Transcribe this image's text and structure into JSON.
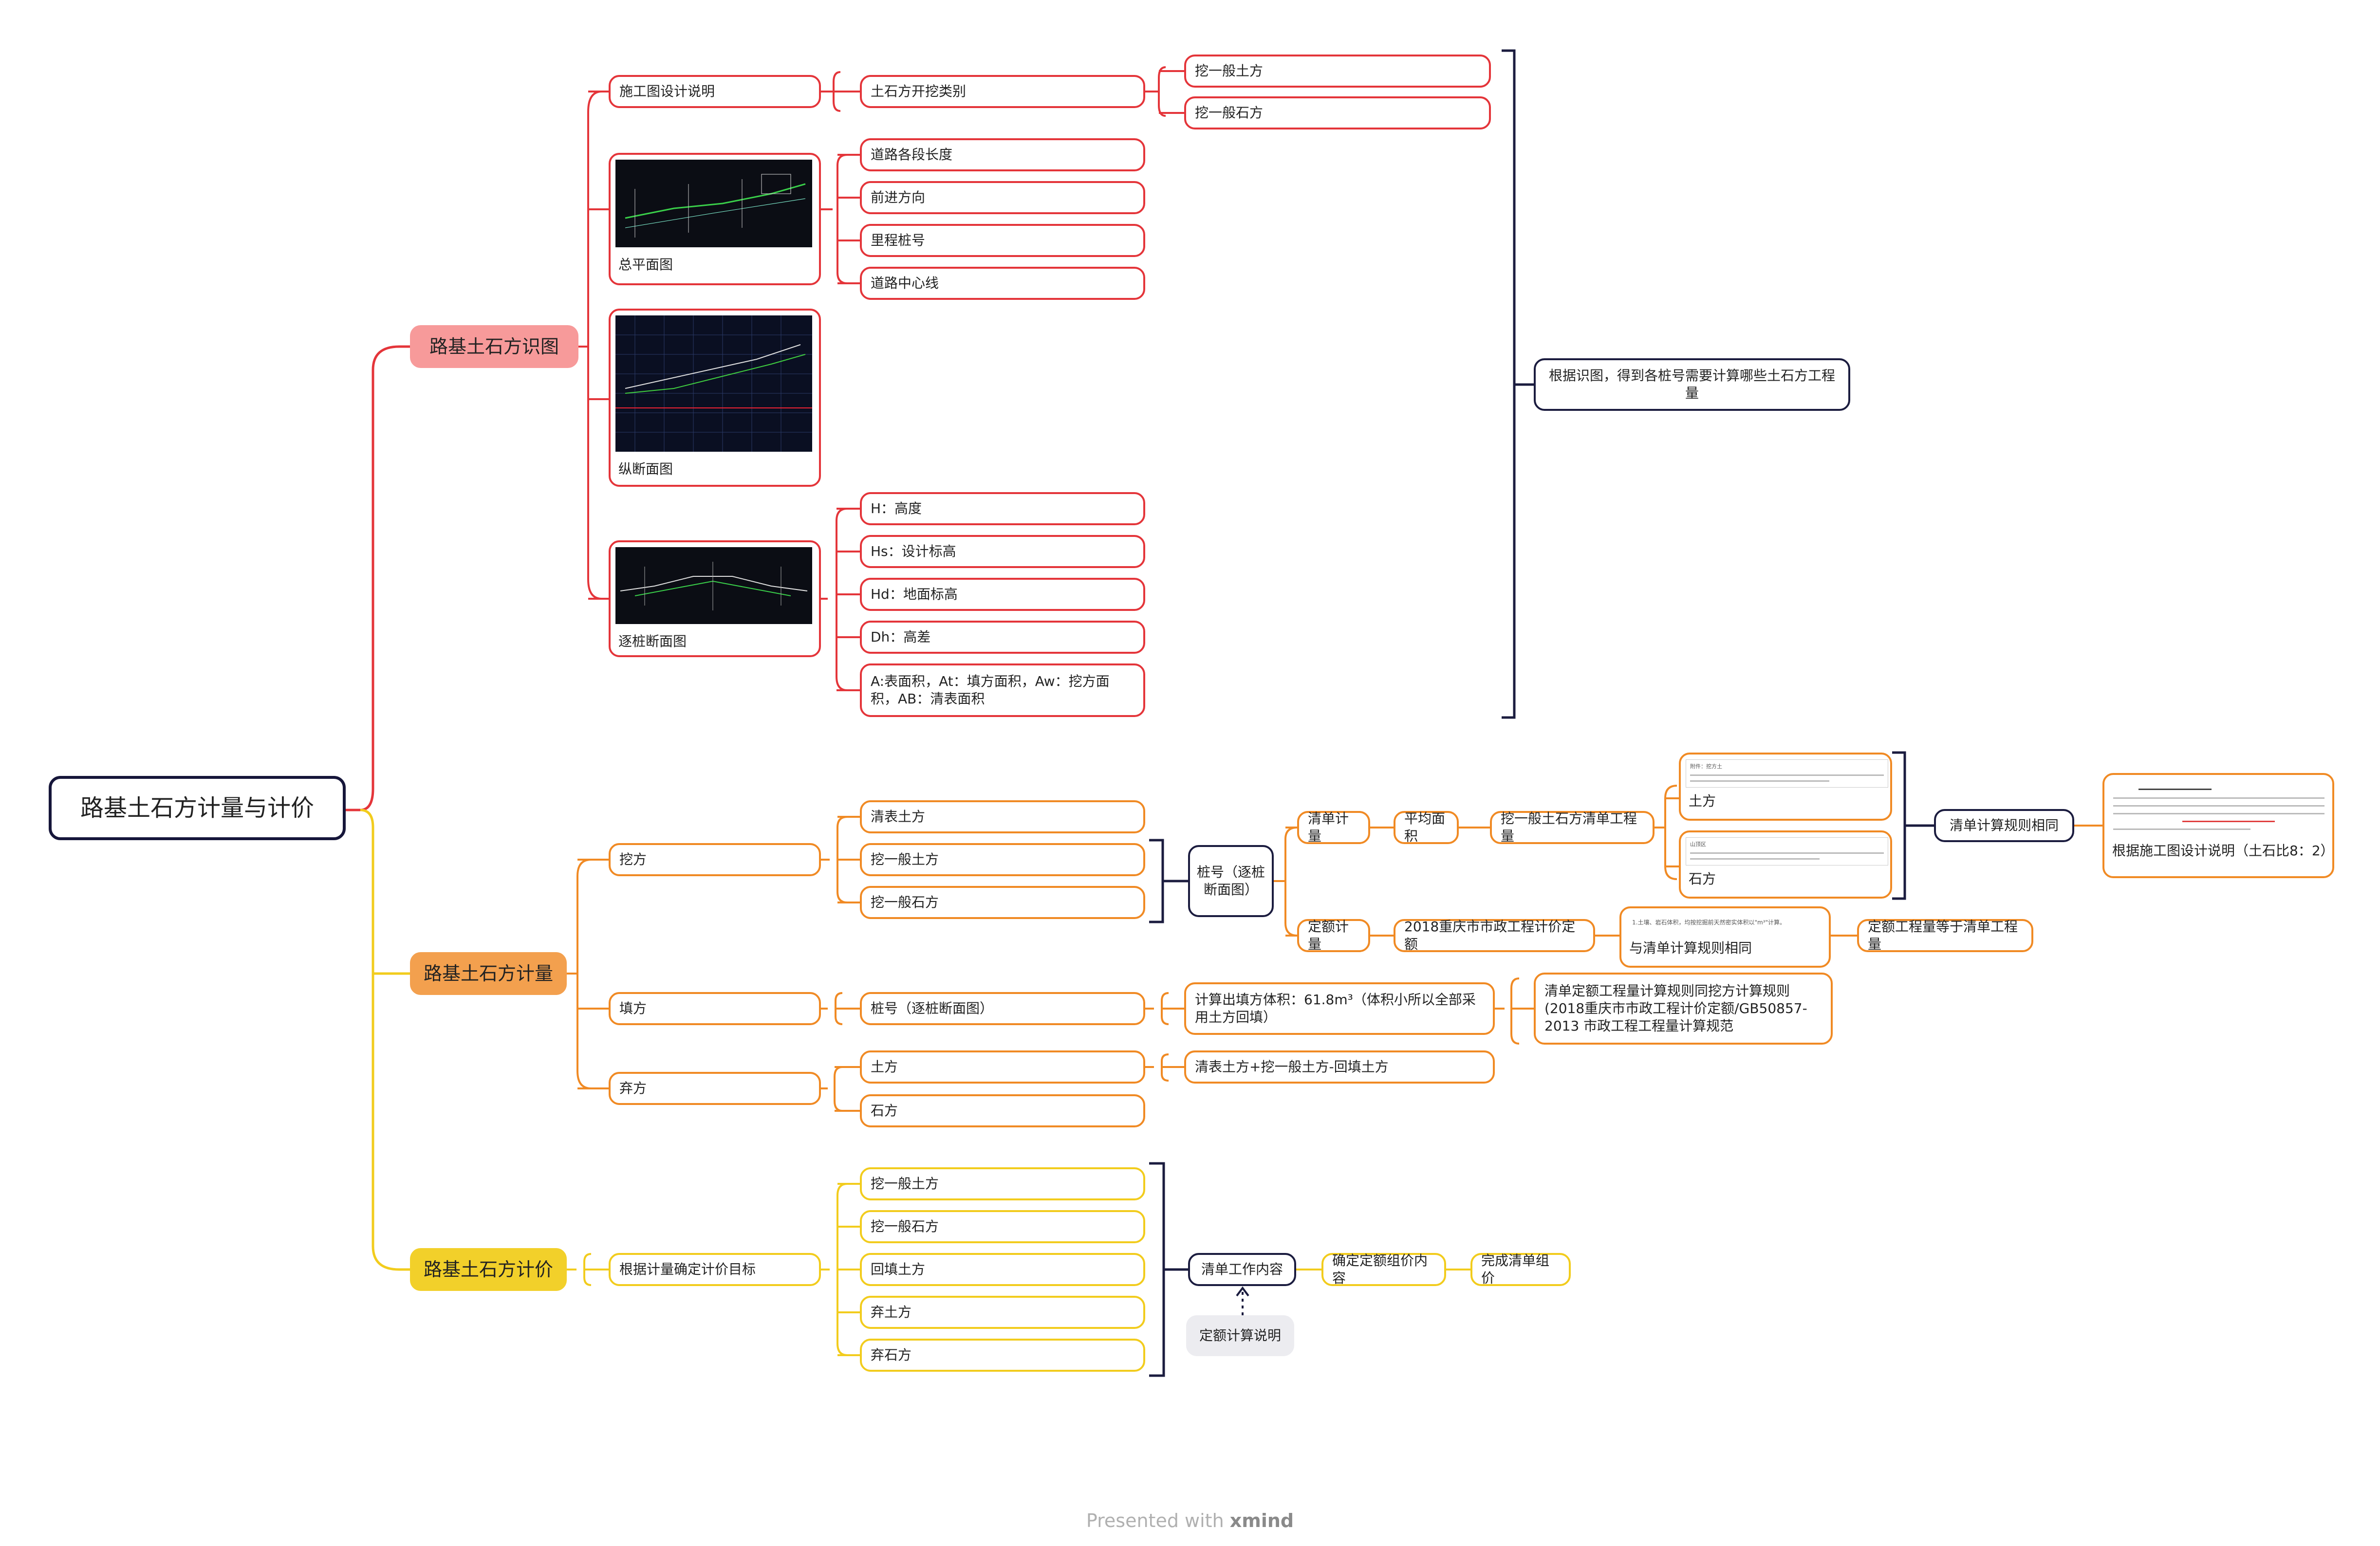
{
  "root": "路基土石方计量与计价",
  "colors": {
    "red": "#e4353a",
    "orange": "#f08a24",
    "yellow": "#f2cc1d",
    "navy": "#1b1c3f",
    "main_red": "#f79a9a",
    "main_orange": "#f3a04e",
    "main_yellow": "#f2d02a"
  },
  "branch1": {
    "title": "路基土石方识图",
    "shigong": "施工图设计说明",
    "leibie": "土石方开挖类别",
    "tufang": "挖一般土方",
    "shifang": "挖一般石方",
    "zongping": "总平面图",
    "zp_items": [
      "道路各段长度",
      "前进方向",
      "里程桩号",
      "道路中心线"
    ],
    "zongduan": "纵断面图",
    "zhuzhuang": "逐桩断面图",
    "zz_items": [
      "H：高度",
      "Hs：设计标高",
      "Hd：地面标高",
      "Dh：高差",
      "A:表面积，At：填方面积，Aw：挖方面积，AB：清表面积"
    ],
    "summary": "根据识图，得到各桩号需要计算哪些土石方工程量"
  },
  "branch2": {
    "title": "路基土石方计量",
    "wafang": "挖方",
    "wa_items": [
      "清表土方",
      "挖一般土方",
      "挖一般石方"
    ],
    "zhuanghao": "桩号（逐桩断面图）",
    "qingdan": "清单计量",
    "pingjun": "平均面积",
    "wayiban": "挖一般土石方清单工程量",
    "tufang_img": "土方",
    "shifang_img": "石方",
    "guize": "清单计算规则相同",
    "genju": "根据施工图设计说明（土石比8：2）",
    "doc_header": "附件：挖方土",
    "doc_line1": "山顶区",
    "dinge": "定额计量",
    "dinge2018": "2018重庆市市政工程计价定额",
    "yuqingdan": "与清单计算规则相同",
    "dinge_doc_text": "1.土壤、岩石体积，均按挖掘前天然密实体积以\"m³\"计算。",
    "dinge_eq": "定额工程量等于清单工程量",
    "tianfang": "填方",
    "tf_zhuang": "桩号（逐桩断面图）",
    "tf_calc": "计算出填方体积：61.8m³（体积小所以全部采用土方回填）",
    "tf_rule": "清单定额工程量计算规则同挖方计算规则(2018重庆市市政工程计价定额/GB50857-2013 市政工程工程量计算规范",
    "qifang": "弃方",
    "qf_items": [
      "土方",
      "石方"
    ],
    "qf_formula": "清表土方+挖一般土方-回填土方"
  },
  "branch3": {
    "title": "路基土石方计价",
    "target": "根据计量确定计价目标",
    "items": [
      "挖一般土方",
      "挖一般石方",
      "回填土方",
      "弃土方",
      "弃石方"
    ],
    "work": "清单工作内容",
    "dinge_shuoming": "定额计算说明",
    "zujia": "确定定额组价内容",
    "wancheng": "完成清单组价"
  },
  "footer": {
    "prefix": "Presented with ",
    "brand": "xmind"
  }
}
